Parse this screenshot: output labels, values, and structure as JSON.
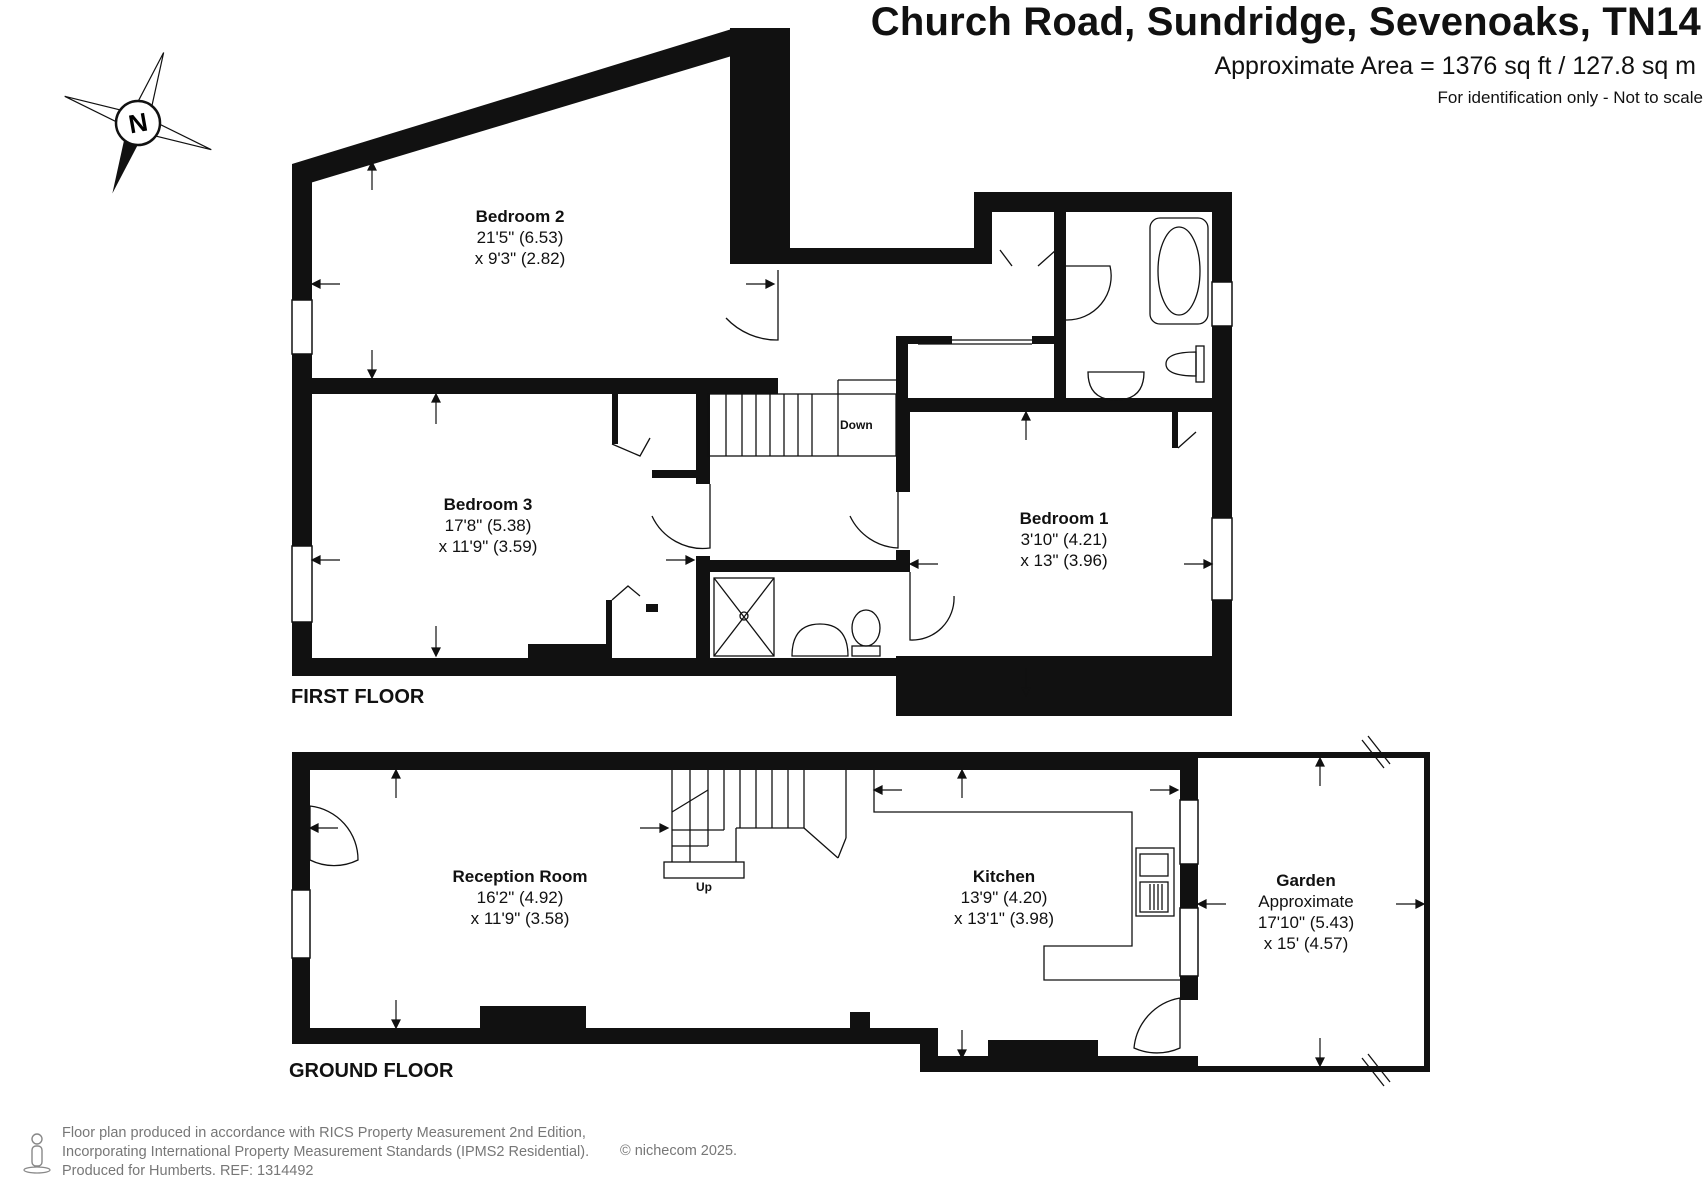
{
  "header": {
    "title": "Church Road, Sundridge, Sevenoaks, TN14",
    "area": "Approximate Area = 1376 sq ft / 127.8 sq m",
    "note": "For identification only - Not to scale"
  },
  "compass": {
    "letter": "N"
  },
  "floors": {
    "first": "FIRST FLOOR",
    "ground": "GROUND FLOOR"
  },
  "rooms": {
    "bedroom2": {
      "name": "Bedroom 2",
      "dim1": "21'5\" (6.53)",
      "dim2": "x 9'3\"   (2.82)"
    },
    "bedroom3": {
      "name": "Bedroom 3",
      "dim1": "17'8\" (5.38)",
      "dim2": "x 11'9\" (3.59)"
    },
    "bedroom1": {
      "name": "Bedroom 1",
      "dim1": "3'10\" (4.21)",
      "dim2": "x 13\" (3.96)"
    },
    "reception": {
      "name": "Reception Room",
      "dim1": "16'2\" (4.92)",
      "dim2": "x 11'9\" (3.58)"
    },
    "kitchen": {
      "name": "Kitchen",
      "dim1": "13'9\" (4.20)",
      "dim2": "x 13'1\" (3.98)"
    },
    "garden": {
      "name": "Garden",
      "dim0": "Approximate",
      "dim1": "17'10\" (5.43)",
      "dim2": "x 15' (4.57)"
    }
  },
  "stairs": {
    "down": "Down",
    "up": "Up"
  },
  "footer": {
    "line1": "Floor plan produced in accordance with RICS Property Measurement 2nd Edition,",
    "line2": "Incorporating International Property Measurement Standards (IPMS2 Residential).",
    "line3": "Produced for Humberts.   REF:  1314492",
    "copyright": "© nichecom 2025."
  },
  "colors": {
    "wall": "#111111",
    "text": "#111111",
    "footer": "#777777"
  }
}
